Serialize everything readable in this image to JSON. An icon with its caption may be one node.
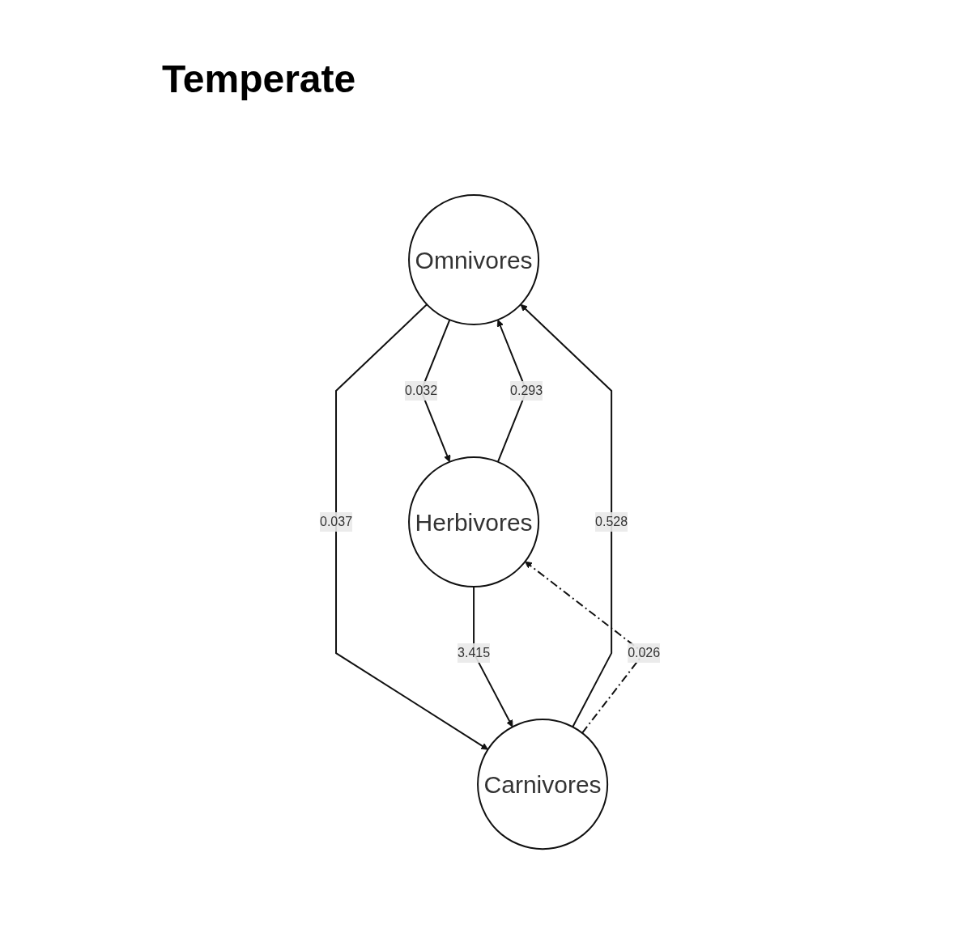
{
  "diagram": {
    "title": "Temperate",
    "nodes": [
      {
        "text": [
          "Omnivores"
        ]
      },
      {
        "text": [
          "Herbivores"
        ]
      },
      {
        "text": [
          "Carnivores"
        ]
      }
    ],
    "edges": [
      {
        "from": 0,
        "to": 1,
        "arrow": "to",
        "label": "0.032"
      },
      {
        "from": 0,
        "to": 2,
        "arrow": "to",
        "label": "0.037"
      },
      {
        "from": 1,
        "to": 0,
        "arrow": "to",
        "label": "0.293"
      },
      {
        "from": 2,
        "to": 0,
        "arrow": "to",
        "label": "0.528"
      },
      {
        "from": 1,
        "to": 2,
        "arrow": "to",
        "label": "3.415"
      },
      {
        "from": 2,
        "to": 1,
        "arrow": "to",
        "label": "0.026",
        "style": "dashed"
      }
    ]
  }
}
